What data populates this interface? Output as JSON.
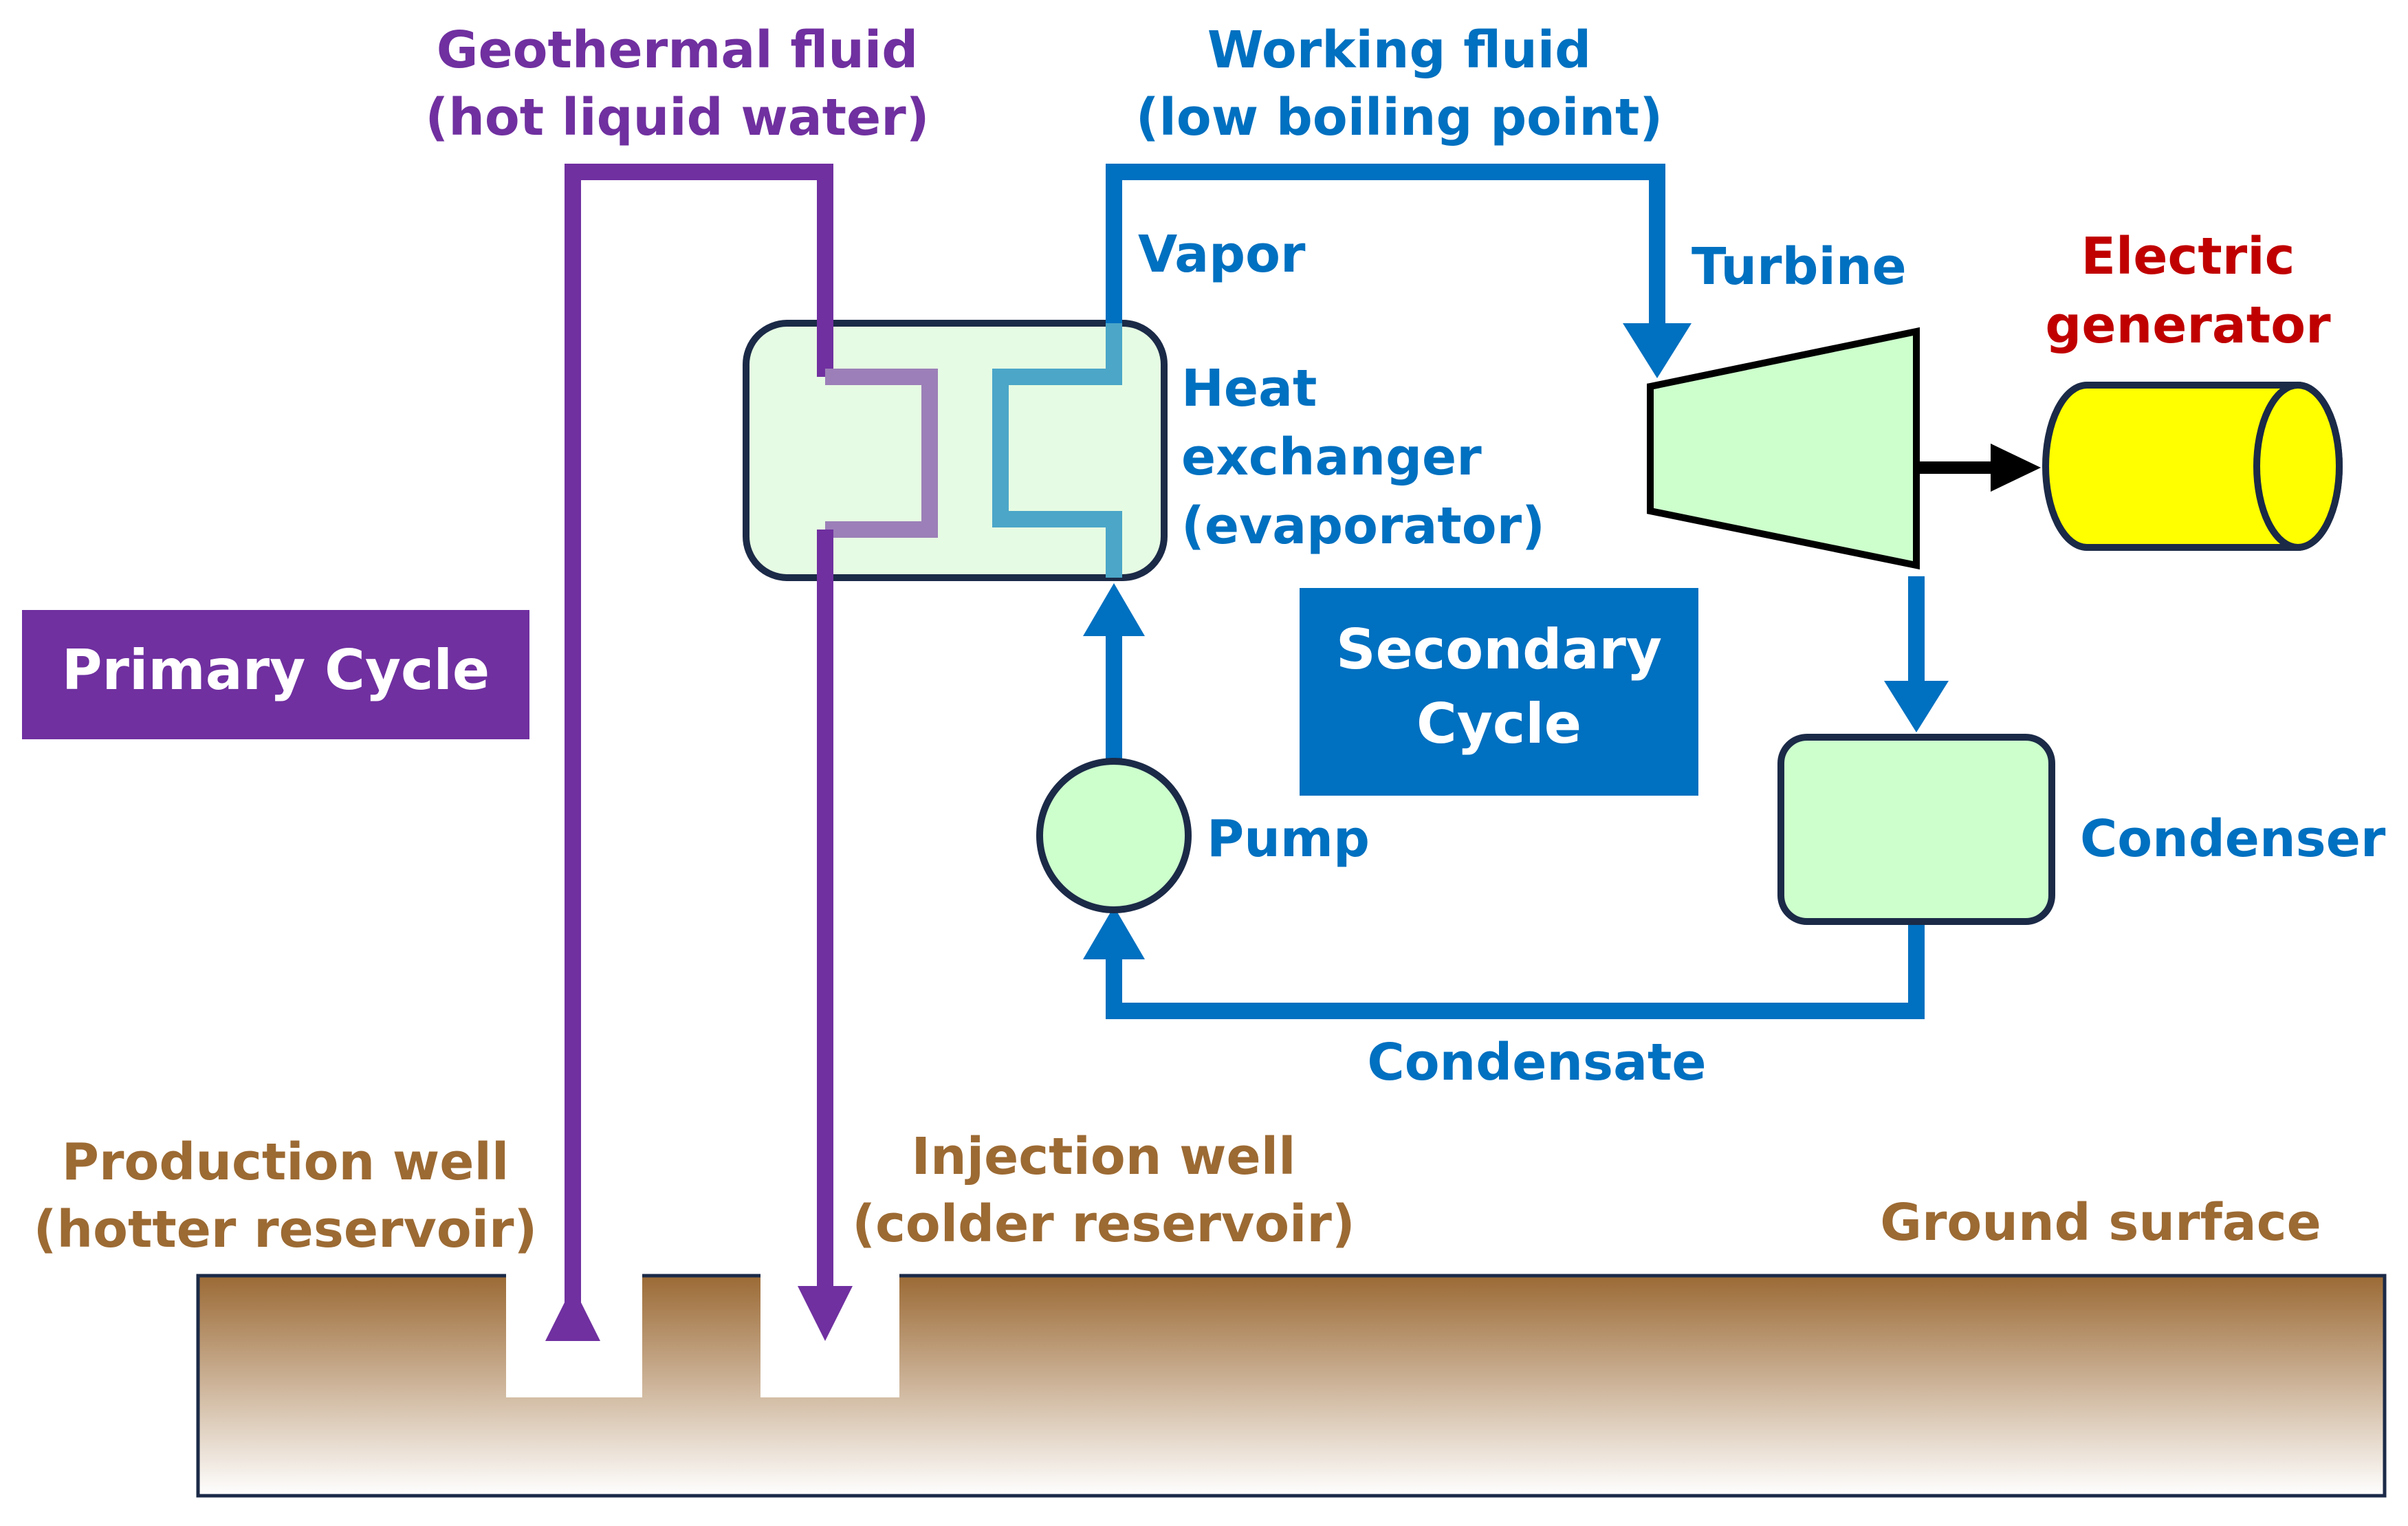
{
  "colors": {
    "primary": "#7030A0",
    "secondary": "#0070C0",
    "generator_label": "#C00000",
    "ground_label": "#9C6A33",
    "component_fill": "#E6FBE3",
    "component_border": "#1B2A47",
    "generator_fill": "#FFFF00",
    "ground_top": "#9B6A35",
    "ground_bottom": "#FFFFFF"
  },
  "labels": {
    "geothermal_fluid": [
      "Geothermal fluid",
      "(hot liquid water)"
    ],
    "working_fluid": [
      "Working fluid",
      "(low boiling point)"
    ],
    "vapor": "Vapor",
    "turbine": "Turbine",
    "electric_generator": [
      "Electric",
      "generator"
    ],
    "heat_exchanger": [
      "Heat",
      "exchanger",
      "(evaporator)"
    ],
    "primary_cycle": "Primary Cycle",
    "secondary_cycle": [
      "Secondary",
      "Cycle"
    ],
    "pump": "Pump",
    "condenser": "Condenser",
    "condensate": "Condensate",
    "production_well": [
      "Production well",
      "(hotter reservoir)"
    ],
    "injection_well": [
      "Injection well",
      "(colder reservoir)"
    ],
    "ground_surface": "Ground surface"
  },
  "icons": [
    "turbine-icon",
    "generator-icon",
    "pump-icon",
    "condenser-icon",
    "heat-exchanger-icon",
    "arrow-icon"
  ]
}
